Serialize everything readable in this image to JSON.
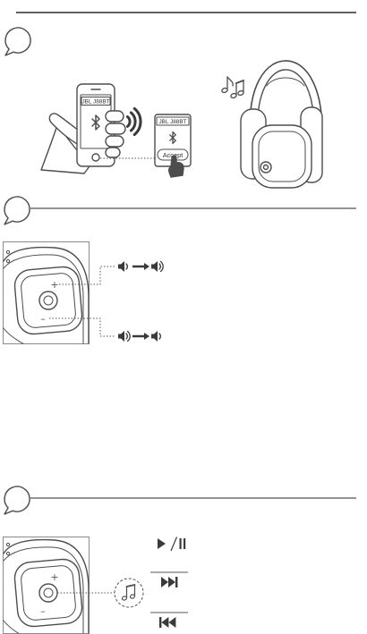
{
  "colors": {
    "rule": "#2b2b2b",
    "artwork": "#4d4d4d",
    "frame": "#8a8a8a",
    "background": "#ffffff"
  },
  "step_1": {
    "phone_screen_label": "JBL J88BT",
    "pairing_popup_label": "JBL J88BT",
    "accept_button_label": "Accept"
  },
  "step_2": {
    "volume_up_mark": "+",
    "volume_down_mark": "–"
  },
  "step_3": {
    "volume_up_mark": "+",
    "volume_down_mark": "–"
  },
  "icons": {
    "step_marker": "speech-bubble-icon",
    "bluetooth": "bluetooth-icon",
    "signal": "signal-waves-icon",
    "music": "music-notes-icon",
    "volume": "speaker-icon",
    "play_pause": "play-pause-icon",
    "next": "next-track-icon",
    "previous": "previous-track-icon"
  }
}
